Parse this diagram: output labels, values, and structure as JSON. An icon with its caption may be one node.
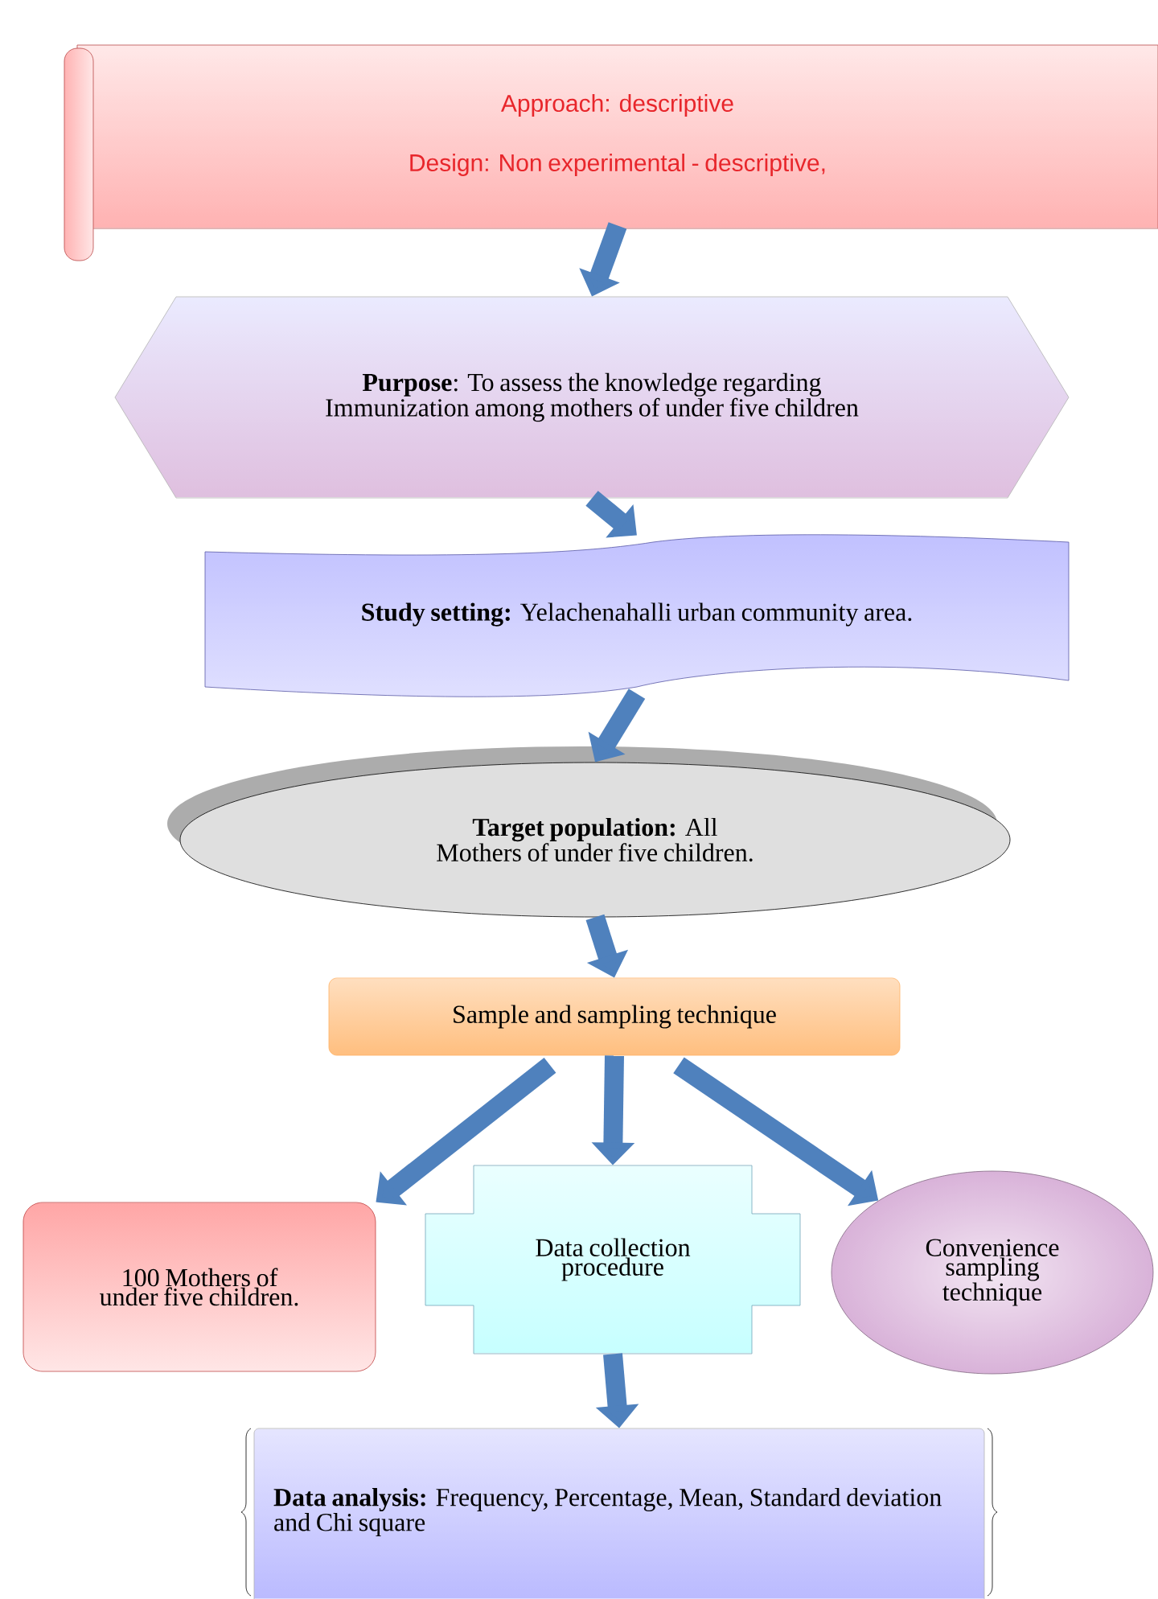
{
  "diagram": {
    "nodes": [
      {
        "text": [
          "Approach: descriptive",
          "Design: Non experimental - descriptive,"
        ]
      },
      {
        "text": [
          "**Purpose**: To assess the knowledge regarding Immunization among mothers of under five children"
        ]
      },
      {
        "text": [
          "**Study setting:** Yelachenahalli urban community area."
        ]
      },
      {
        "text": [
          "**Target population:** All Mothers of under five children."
        ]
      },
      {
        "text": [
          "Sample and sampling technique"
        ]
      },
      {
        "text": [
          "100 Mothers of under five children."
        ]
      },
      {
        "text": [
          "Data collection procedure"
        ]
      },
      {
        "text": [
          "Convenience sampling technique"
        ]
      },
      {
        "text": [
          "**Data analysis:** Frequency, Percentage, Mean, Standard deviation and Chi square"
        ]
      }
    ],
    "edges": [
      {
        "from": 0,
        "to": 1,
        "arrow": "to"
      },
      {
        "from": 1,
        "to": 2,
        "arrow": "to"
      },
      {
        "from": 2,
        "to": 3,
        "arrow": "to"
      },
      {
        "from": 3,
        "to": 4,
        "arrow": "to"
      },
      {
        "from": 4,
        "to": 5,
        "arrow": "to"
      },
      {
        "from": 4,
        "to": 6,
        "arrow": "to"
      },
      {
        "from": 4,
        "to": 7,
        "arrow": "to"
      },
      {
        "from": 6,
        "to": 8,
        "arrow": "to"
      }
    ]
  }
}
